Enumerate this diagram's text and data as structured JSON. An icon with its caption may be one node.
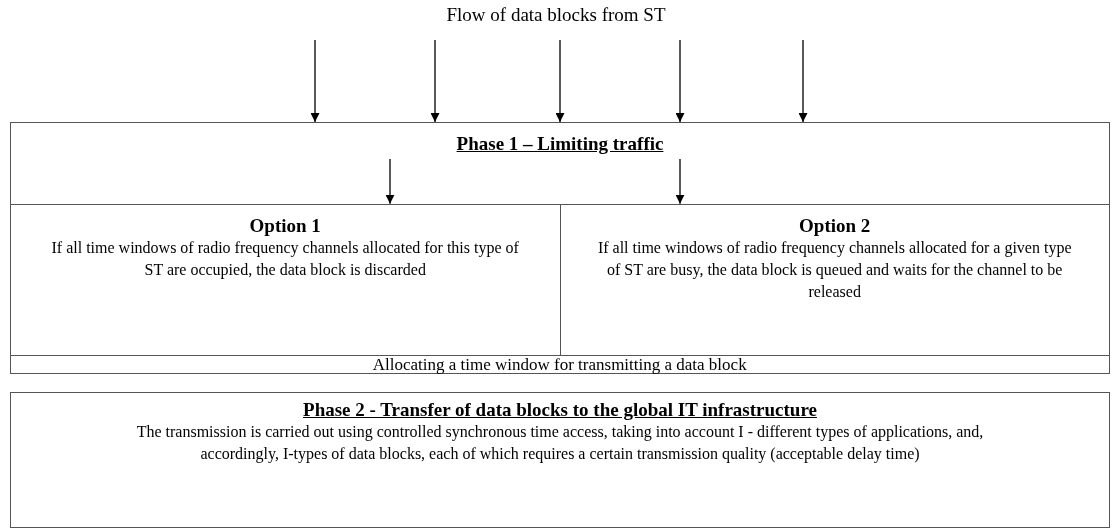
{
  "diagram": {
    "title": "Flow of data blocks from ST",
    "nodes": [
      {
        "text": [
          "Phase 1 – Limiting traffic"
        ]
      },
      {
        "text": [
          "Option 1",
          "If all time windows of radio frequency channels allocated for this type of ST are occupied, the data block is discarded"
        ],
        "in": 0
      },
      {
        "text": [
          "Option 2",
          "If all time windows of radio frequency channels allocated for a given type of ST are busy, the data block is queued and waits for the channel to be released"
        ],
        "in": 0
      },
      {
        "text": [
          "Allocating a time window for transmitting a data block"
        ],
        "in": 0
      },
      {
        "text": [
          "Phase 2 - Transfer of data blocks to the global IT infrastructure",
          "The transmission is carried out using controlled synchronous time access, taking into account I - different types of applications, and, accordingly, I-types of data blocks, each of which requires a certain transmission quality (acceptable delay time)"
        ]
      }
    ],
    "edges": [
      {
        "from": null,
        "to": 0,
        "arrow": "to"
      },
      {
        "from": null,
        "to": 0,
        "arrow": "to"
      },
      {
        "from": null,
        "to": 0,
        "arrow": "to"
      },
      {
        "from": null,
        "to": 0,
        "arrow": "to"
      },
      {
        "from": null,
        "to": 0,
        "arrow": "to"
      },
      {
        "from": 0,
        "to": 1,
        "arrow": "to"
      },
      {
        "from": 0,
        "to": 2,
        "arrow": "to"
      }
    ]
  }
}
